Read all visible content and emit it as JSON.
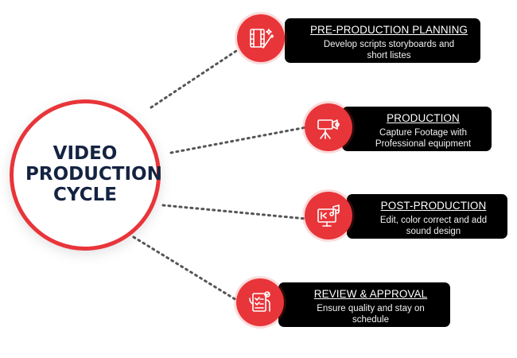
{
  "center": {
    "title_lines": [
      "VIDEO",
      "PRODUCTION",
      "CYCLE"
    ]
  },
  "steps": [
    {
      "title": "PRE-PRODUCTION PLANNING",
      "desc_lines": [
        "Develop scripts storyboards and",
        "short listes"
      ],
      "icon": "film-wand-icon"
    },
    {
      "title": "PRODUCTION",
      "desc_lines": [
        "Capture Footage with",
        "Professional equipment"
      ],
      "icon": "video-camera-tripod-icon"
    },
    {
      "title": "POST-PRODUCTION",
      "desc_lines": [
        "Edit, color correct and add",
        "sound design"
      ],
      "icon": "monitor-music-edit-icon"
    },
    {
      "title": "REVIEW & APPROVAL",
      "desc_lines": [
        "Ensure quality and stay on",
        "schedule"
      ],
      "icon": "checklist-approval-icon"
    }
  ],
  "colors": {
    "accent": "#e8353a",
    "card_bg": "#000000",
    "title_text": "#152342",
    "connector": "#555555"
  }
}
